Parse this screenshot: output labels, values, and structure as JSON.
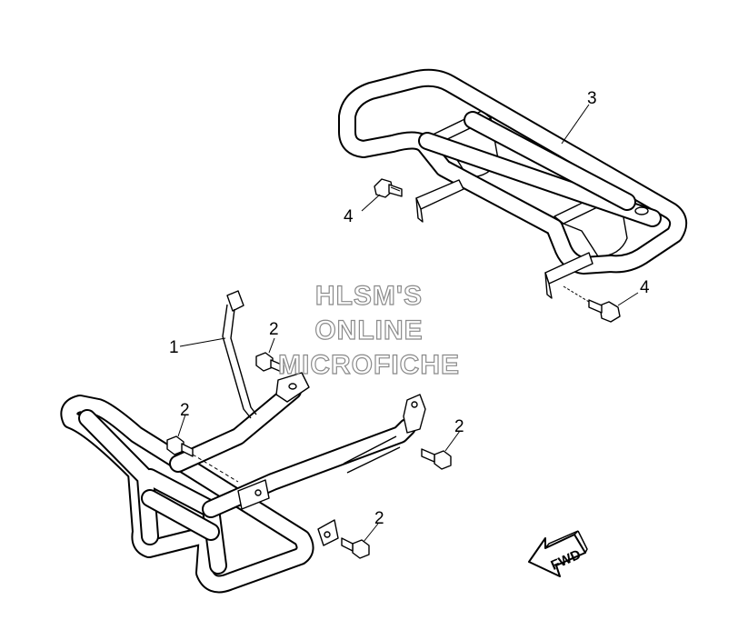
{
  "callouts": {
    "part1": "1",
    "part2a": "2",
    "part2b": "2",
    "part2c": "2",
    "part2d": "2",
    "part3": "3",
    "part4a": "4",
    "part4b": "4"
  },
  "watermark": {
    "line1": "HLSM'S",
    "line2": "ONLINE",
    "line3": "MICROFICHE"
  },
  "fwd_label": "FWD"
}
